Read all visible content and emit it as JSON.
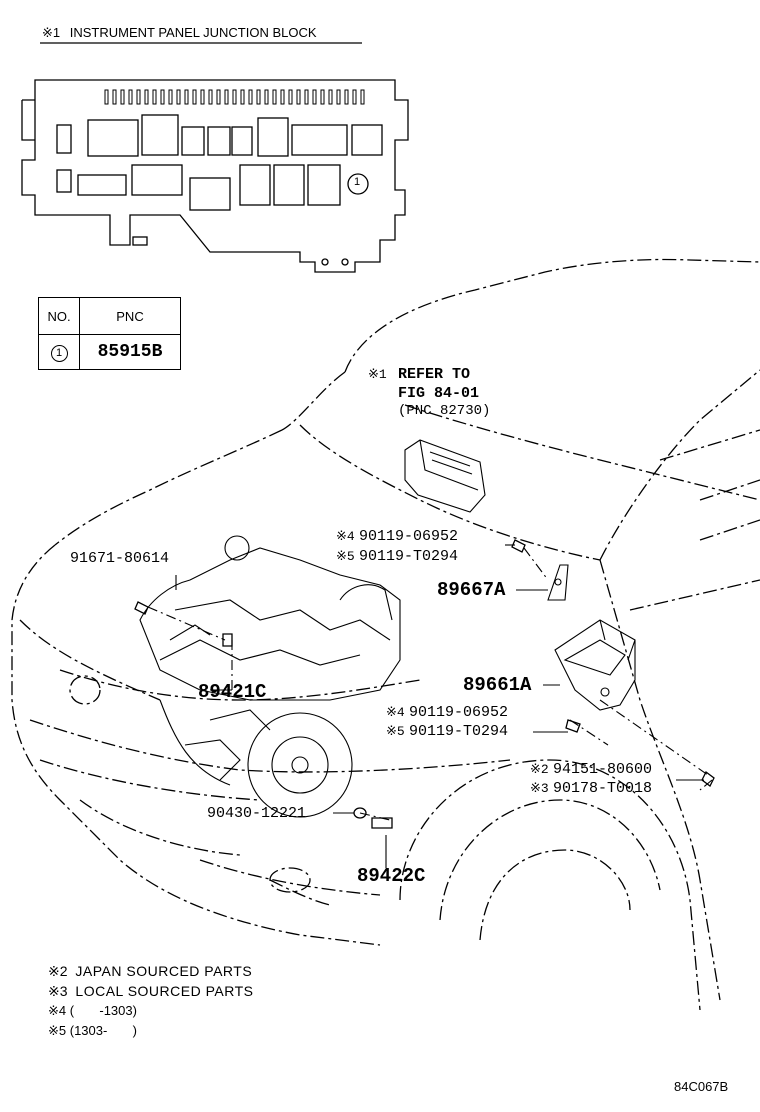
{
  "title": {
    "mark": "※1",
    "text": "INSTRUMENT PANEL JUNCTION BLOCK"
  },
  "junction_block": {
    "position_marker": "1"
  },
  "pnc_table": {
    "header_no": "NO.",
    "header_pnc": "PNC",
    "rows": [
      {
        "no": "1",
        "pnc": "85915B"
      }
    ]
  },
  "refer": {
    "mark": "※1",
    "line1": "REFER TO",
    "line2": "FIG 84-01",
    "line3": "(PNC 82730)"
  },
  "parts": {
    "bolt_a_mark4": "※4",
    "bolt_a_no4": "90119-06952",
    "bolt_a_mark5": "※5",
    "bolt_a_no5": "90119-T0294",
    "bracket": "89667A",
    "ecu": "89661A",
    "bolt_b_mark4": "※4",
    "bolt_b_no4": "90119-06952",
    "bolt_b_mark5": "※5",
    "bolt_b_no5": "90119-T0294",
    "clip_mark2": "※2",
    "clip_no2": "94151-80600",
    "clip_mark3": "※3",
    "clip_no3": "90178-T0018",
    "bolt_engine": "91671-80614",
    "sensor_upper": "89421C",
    "gasket": "90430-12221",
    "sensor_lower": "89422C"
  },
  "notes": [
    {
      "mark": "※2",
      "text": "JAPAN SOURCED PARTS"
    },
    {
      "mark": "※3",
      "text": "LOCAL SOURCED PARTS"
    },
    {
      "mark": "※4",
      "text": "(       -1303)"
    },
    {
      "mark": "※5",
      "text": "(1303-       )"
    }
  ],
  "figure_code": "84C067B"
}
